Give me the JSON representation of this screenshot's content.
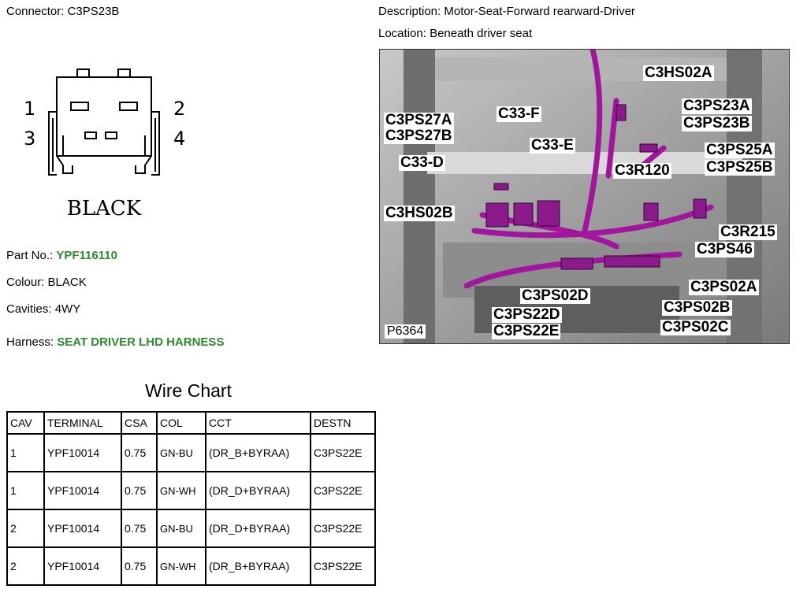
{
  "connector": {
    "label": "Connector:",
    "value": "C3PS23B"
  },
  "description": {
    "label": "Description:",
    "value": "Motor-Seat-Forward rearward-Driver"
  },
  "location": {
    "label": "Location:",
    "value": "Beneath driver seat"
  },
  "pinout": {
    "pin1": "1",
    "pin2": "2",
    "pin3": "3",
    "pin4": "4",
    "color_text": "BLACK"
  },
  "part_no": {
    "label": "Part No.:",
    "value": "YPF116110"
  },
  "colour": {
    "label": "Colour:",
    "value": "BLACK"
  },
  "cavities": {
    "label": "Cavities:",
    "value": "4WY"
  },
  "harness": {
    "label": "Harness:",
    "value": "SEAT DRIVER LHD HARNESS"
  },
  "photo": {
    "id": "P6364",
    "callouts": {
      "c3hs02a": "C3HS02A",
      "c3ps23a": "C3PS23A",
      "c3ps23b": "C3PS23B",
      "c33f": "C33-F",
      "c3ps27a": "C3PS27A",
      "c3ps27b": "C3PS27B",
      "c33e": "C33-E",
      "c3ps25a": "C3PS25A",
      "c3ps25b": "C3PS25B",
      "c33d": "C33-D",
      "c3r120": "C3R120",
      "c3hs02b": "C3HS02B",
      "c3r215": "C3R215",
      "c3ps46": "C3PS46",
      "c3ps02a": "C3PS02A",
      "c3ps02d": "C3PS02D",
      "c3ps02b": "C3PS02B",
      "c3ps22d": "C3PS22D",
      "c3ps22e": "C3PS22E",
      "c3ps02c": "C3PS02C"
    }
  },
  "wire_chart": {
    "title": "Wire Chart",
    "headers": {
      "cav": "CAV",
      "terminal": "TERMINAL",
      "csa": "CSA",
      "col": "COL",
      "cct": "CCT",
      "destn": "DESTN"
    },
    "rows": [
      {
        "cav": "1",
        "terminal": "YPF10014",
        "csa": "0.75",
        "col": "GN-BU",
        "cct": "(DR_B+BYRAA)",
        "destn": "C3PS22E"
      },
      {
        "cav": "1",
        "terminal": "YPF10014",
        "csa": "0.75",
        "col": "GN-WH",
        "cct": "(DR_D+BYRAA)",
        "destn": "C3PS22E"
      },
      {
        "cav": "2",
        "terminal": "YPF10014",
        "csa": "0.75",
        "col": "GN-BU",
        "cct": "(DR_D+BYRAA)",
        "destn": "C3PS22E"
      },
      {
        "cav": "2",
        "terminal": "YPF10014",
        "csa": "0.75",
        "col": "GN-WH",
        "cct": "(DR_B+BYRAA)",
        "destn": "C3PS22E"
      }
    ]
  },
  "colors": {
    "accent_green": "#2e8b2e",
    "harness_magenta": "#a0169c"
  }
}
